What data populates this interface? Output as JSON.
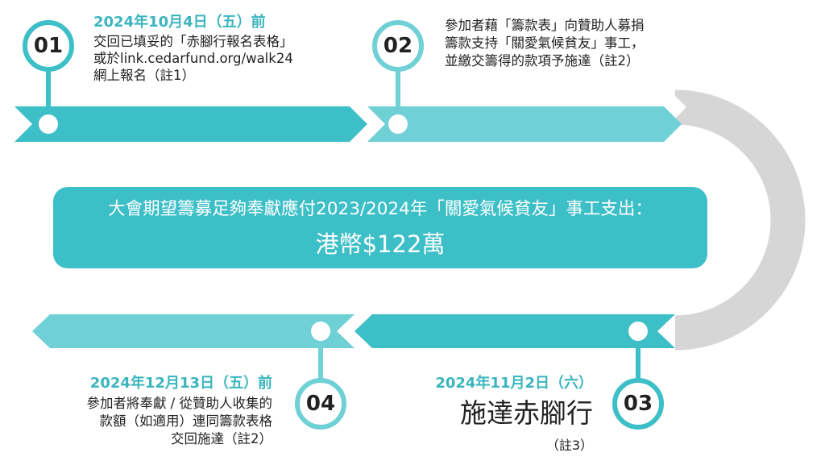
{
  "colors": {
    "teal_dark": "#3dbfc8",
    "teal_light": "#6fd0d6",
    "gray_arc": "#d6d6d6",
    "date_text": "#3ab5be",
    "text": "#222222"
  },
  "steps": [
    {
      "number": "01",
      "date": "2024年10月4日（五）前",
      "lines": [
        "交回已填妥的「赤腳行報名表格」",
        "或於link.cedarfund.org/walk24",
        "網上報名（註1）"
      ]
    },
    {
      "number": "02",
      "lines": [
        "參加者藉「籌款表」向贊助人募捐",
        "籌款支持「關愛氣候貧友」事工，",
        "並繳交籌得的款項予施達（註2）"
      ]
    },
    {
      "number": "03",
      "date": "2024年11月2日（六）",
      "title": "施達赤腳行",
      "note": "（註3）"
    },
    {
      "number": "04",
      "date": "2024年12月13日（五）前",
      "lines": [
        "參加者將奉獻 / 從贊助人收集的",
        "款額（如適用）連同籌款表格",
        "交回施達（註2）"
      ]
    }
  ],
  "target": {
    "line1": "大會期望籌募足夠奉獻應付2023/2024年「關愛氣候貧友」事工支出：",
    "line2": "港幣$122萬"
  }
}
